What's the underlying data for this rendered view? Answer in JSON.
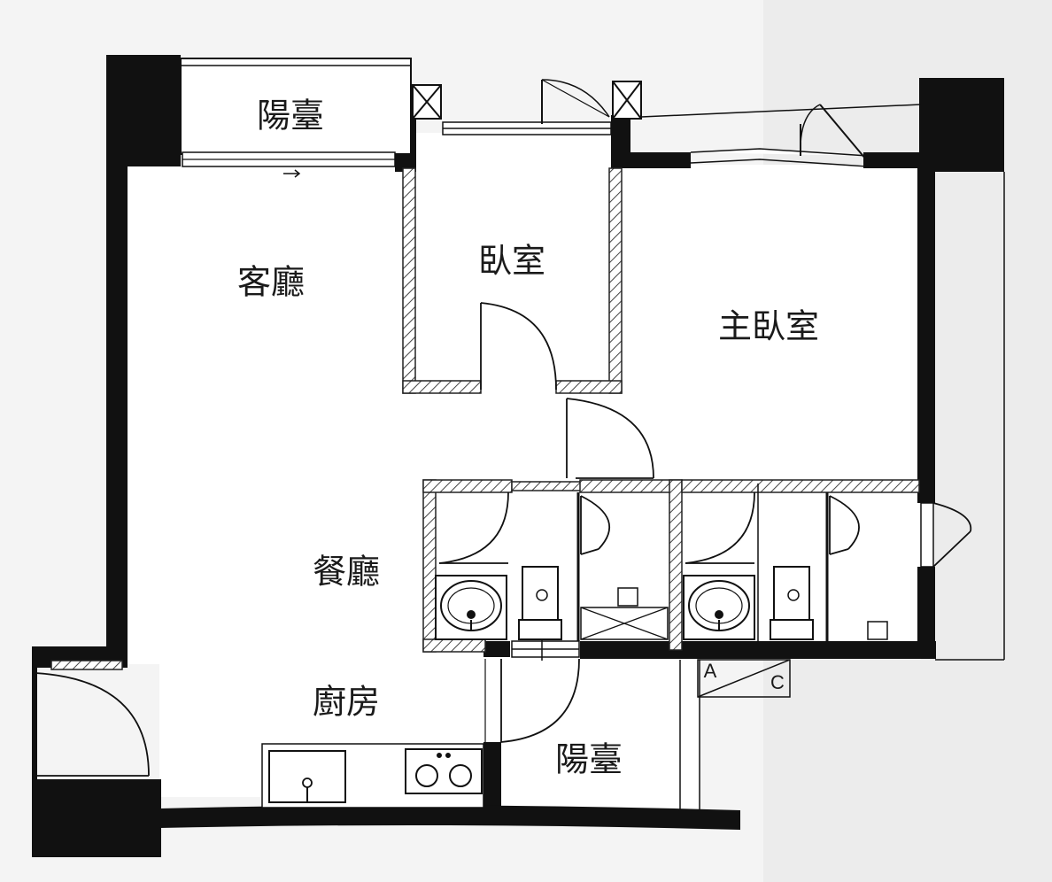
{
  "rooms": {
    "balcony_top": "陽臺",
    "bedroom": "臥室",
    "living_room": "客廳",
    "master_bedroom": "主臥室",
    "dining_room": "餐廳",
    "kitchen": "廚房",
    "balcony_bottom": "陽臺"
  },
  "marks": {
    "a": "A",
    "c": "C"
  },
  "colors": {
    "wall": "#111111",
    "line": "#222222",
    "paper": "#f4f4f4",
    "hatch": "#444444"
  }
}
